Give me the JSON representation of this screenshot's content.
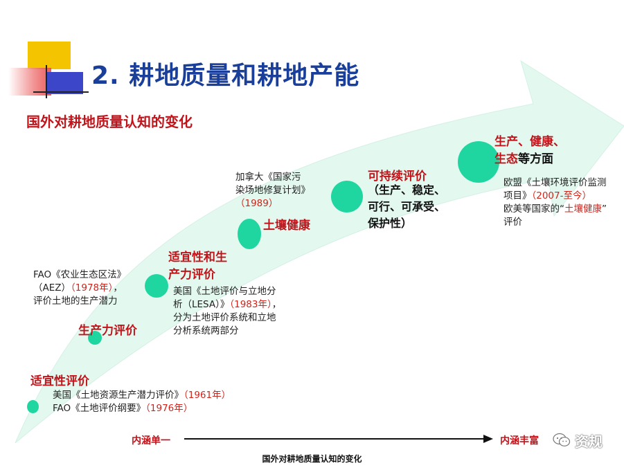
{
  "title": "2. 耕地质量和耕地产能",
  "subtitle": "国外对耕地质量认知的变化",
  "stages": [
    {
      "heading": "适宜性评价",
      "notes": [
        {
          "text": "美国《土地资源生产潜力评价》",
          "year": "（1961年）"
        },
        {
          "text": "FAO《土地评价纲要》",
          "year": "（1976年）"
        }
      ]
    },
    {
      "heading": "生产力评价",
      "note_lines": [
        "FAO《农业生态区法》",
        "（AEZ）",
        "（1978年）",
        "，",
        "评价土地的生产潜力"
      ]
    },
    {
      "heading_line1": "适宜性和生",
      "heading_line2": "产力评价",
      "note_lines": [
        "美国《土地评价与立地分",
        "析（LESA）》",
        "（1983年）",
        "，",
        "分为土地评价系统和立地",
        "分析系统两部分"
      ]
    },
    {
      "heading": "土壤健康",
      "note_lines": [
        "加拿大《国家污",
        "染场地修复计划》",
        "（1989）"
      ]
    },
    {
      "heading": "可持续评价",
      "detail_lines": [
        "（生产、稳定、",
        "可行、可承受、",
        "保护性）"
      ]
    },
    {
      "heading_red1": "生产、健康、",
      "heading_red2": "生态",
      "heading_black": "等方面",
      "note_lines": [
        "欧盟《土壤环境评价监测",
        "项目》",
        "（2007-至今）",
        "欧美等国家的“",
        "土壤健康",
        "”",
        "评价"
      ]
    }
  ],
  "axis": {
    "left": "内涵单一",
    "right": "内涵丰富"
  },
  "caption": "国外对耕地质量认知的变化",
  "watermark": "资规",
  "colors": {
    "title": "#1a3f9b",
    "red": "#c0141b",
    "dot": "#1fd6a0",
    "arrow": "#e3f8ef"
  }
}
